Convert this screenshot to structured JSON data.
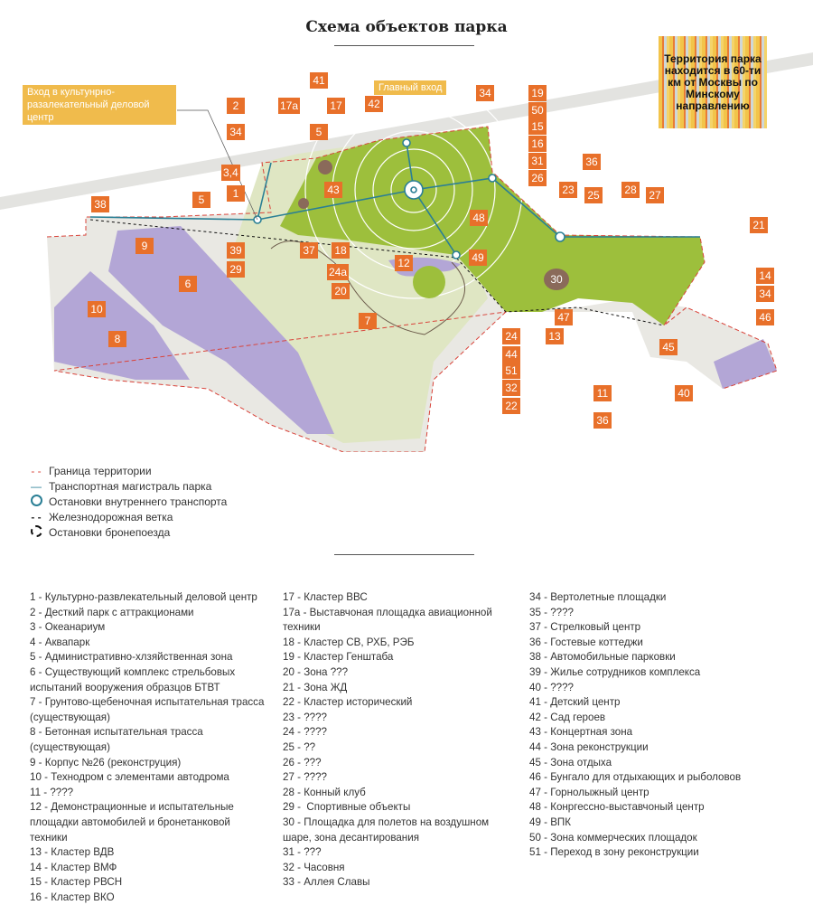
{
  "title": "Схема объектов парка",
  "info_box": "Территория парка находится в 60-ти км от Москвы по Минскому направлению",
  "entrances": {
    "cultural": "Вход в культунрно-разалекательный деловой центр",
    "main": "Главный вход"
  },
  "map_labels": [
    "41",
    "42",
    "34",
    "19",
    "50",
    "15",
    "16",
    "31",
    "26",
    "36",
    "23",
    "25",
    "28",
    "27",
    "21",
    "14",
    "34",
    "46",
    "40",
    "11",
    "36",
    "45",
    "30",
    "47",
    "13",
    "24",
    "44",
    "51",
    "32",
    "22",
    "49",
    "48",
    "12",
    "7",
    "20",
    "24а",
    "18",
    "37",
    "39",
    "29",
    "5",
    "1",
    "3,4",
    "34",
    "2",
    "17а",
    "17",
    "5",
    "43",
    "38",
    "9",
    "6",
    "10",
    "8"
  ],
  "legend": [
    "Граница территории",
    "Транспортная магистраль парка",
    "Остановки внутреннего транспорта",
    "Железнодорожная ветка",
    "Остановки бронепоезда"
  ],
  "colors": {
    "label": "#e8702a",
    "dark_green": "#9dbf3c",
    "light_green": "#dfe6c3",
    "purple": "#b3a6d6",
    "boundary": "#d9433a",
    "transport": "#2a7f95"
  },
  "columns": [
    [
      "1 - Культурно-развлекательный деловой центр",
      "2 - Десткий парк с аттракционами",
      "3 - Океанариум",
      "4 - Аквапарк",
      "5 - Административно-хлзяйственная зона",
      "6 - Существующий комплекс стрельбовых\nиспытаний вооружения образцов БТВТ",
      "7 - Грунтово-щебеночная испытательная трасса\n(существующая)",
      "8 - Бетонная испытательная трасса\n(существующая)",
      "9 - Корпус №26 (реконструция)",
      "10 - Технодром с элементами автодрома",
      "11 - ????",
      "12 - Демонстрационные и испытательные\nплощадки автомобилей и бронетанковой\nтехники",
      "13 - Кластер ВДВ",
      "14 - Кластер ВМФ",
      "15 - Кластер РВСН",
      "16 - Кластер ВКО"
    ],
    [
      "17 - Кластер ВВС",
      "17а - Выставчоная площадка авиационной\nтехники",
      "18 - Кластер СВ, РХБ, РЭБ",
      "19 - Кластер Генштаба",
      "20 - Зона ???",
      "21 - Зона ЖД",
      "22 - Кластер исторический",
      "23 - ????",
      "24 - ????",
      "25 - ??",
      "26 - ???",
      "27 - ????",
      "28 - Конный клуб",
      "29 -  Спортивные объекты",
      "30 - Площадка для полетов на воздушном\nшаре, зона десантирования",
      "31 - ???",
      "32 - Часовня",
      "33 - Аллея Славы"
    ],
    [
      "34 - Вертолетные площадки",
      "35 - ????",
      "37 - Стрелковый центр",
      "36 - Гостевые коттеджи",
      "38 - Автомобильные парковки",
      "39 - Жилье сотрудников комплекса",
      "40 - ????",
      "41 - Детский центр",
      "42 - Сад героев",
      "43 - Концертная зона",
      "44 - Зона реконструкции",
      "45 - Зона отдыха",
      "46 - Бунгало для отдыхающих и рыболовов",
      "47 - Горнолыжный центр",
      "48 - Конргессно-выставчоный центр",
      "49 - ВПК",
      "50 - Зона коммерческих площадок",
      "51 - Переход в зону реконструкции"
    ]
  ]
}
